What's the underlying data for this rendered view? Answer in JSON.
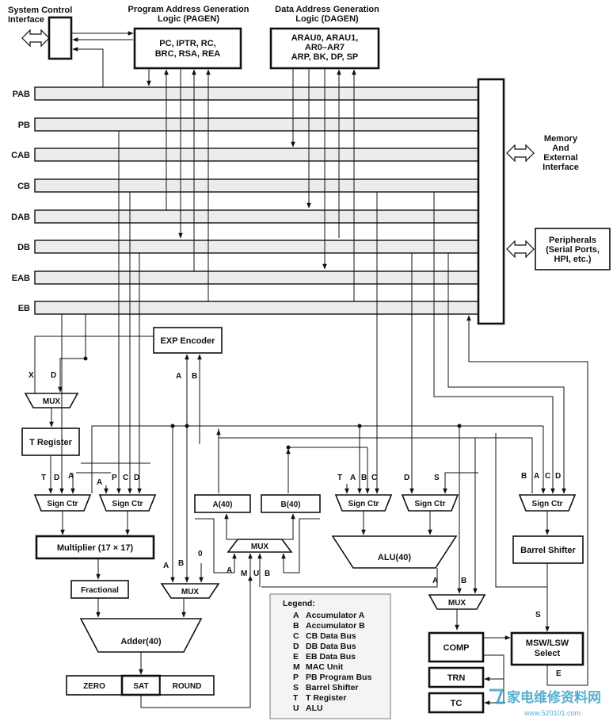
{
  "interfaces": {
    "system_control": [
      "System Control",
      "Interface"
    ],
    "memory_external": [
      "Memory",
      "And",
      "External",
      "Interface"
    ],
    "peripherals": [
      "Peripherals",
      "(Serial Ports,",
      "HPI, etc.)"
    ]
  },
  "pagen": {
    "title": [
      "Program Address Generation",
      "Logic (PAGEN)"
    ],
    "regs": [
      "PC, IPTR, RC,",
      "BRC, RSA, REA"
    ]
  },
  "dagen": {
    "title": [
      "Data Address Generation",
      "Logic (DAGEN)"
    ],
    "regs": [
      "ARAU0, ARAU1,",
      "AR0–AR7",
      "ARP, BK, DP, SP"
    ]
  },
  "buses": [
    "PAB",
    "PB",
    "CAB",
    "CB",
    "DAB",
    "DB",
    "EAB",
    "EB"
  ],
  "blocks": {
    "exp_encoder": "EXP Encoder",
    "mux": "MUX",
    "t_register": "T Register",
    "sign_ctr": "Sign Ctr",
    "multiplier": "Multiplier (17 × 17)",
    "fractional": "Fractional",
    "adder": "Adder(40)",
    "zero": "ZERO",
    "sat": "SAT",
    "round": "ROUND",
    "acc_a": "A(40)",
    "acc_b": "B(40)",
    "alu": "ALU(40)",
    "barrel_shifter": "Barrel Shifter",
    "comp": "COMP",
    "trn": "TRN",
    "tc": "TC",
    "msw_lsw": [
      "MSW/LSW",
      "Select"
    ]
  },
  "signals": {
    "x": "X",
    "d": "D",
    "t": "T",
    "a": "A",
    "p": "P",
    "c": "C",
    "b": "B",
    "s": "S",
    "m": "M",
    "u": "U",
    "e": "E",
    "zero_in": "0"
  },
  "legend": {
    "title": "Legend:",
    "items": [
      {
        "key": "A",
        "text": "Accumulator A"
      },
      {
        "key": "B",
        "text": "Accumulator B"
      },
      {
        "key": "C",
        "text": "CB Data Bus"
      },
      {
        "key": "D",
        "text": "DB Data Bus"
      },
      {
        "key": "E",
        "text": "EB Data Bus"
      },
      {
        "key": "M",
        "text": "MAC Unit"
      },
      {
        "key": "P",
        "text": "PB Program Bus"
      },
      {
        "key": "S",
        "text": "Barrel Shifter"
      },
      {
        "key": "T",
        "text": "T Register"
      },
      {
        "key": "U",
        "text": "ALU"
      }
    ]
  },
  "watermark": {
    "text": "家电维修资料网",
    "url": "www.520101.com"
  }
}
